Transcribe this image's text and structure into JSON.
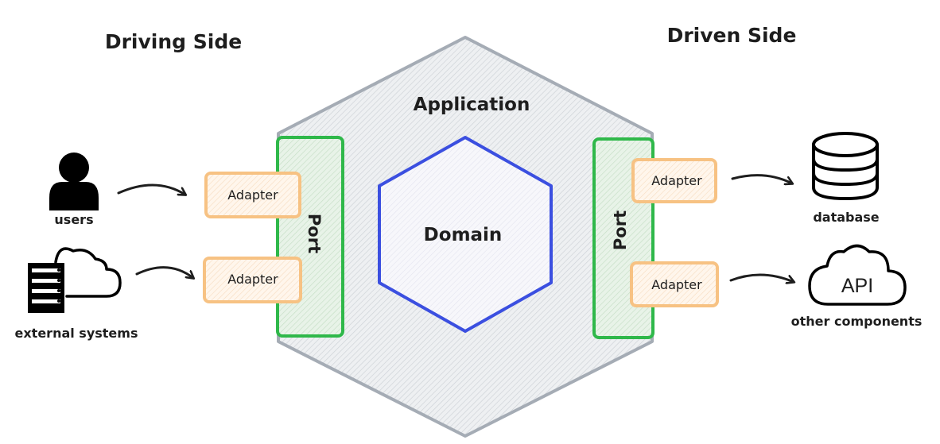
{
  "headings": {
    "driving_side": "Driving Side",
    "driven_side": "Driven Side"
  },
  "application": {
    "label": "Application"
  },
  "domain": {
    "label": "Domain"
  },
  "ports": {
    "left": "Port",
    "right": "Port"
  },
  "adapters": {
    "left_top": "Adapter",
    "left_bottom": "Adapter",
    "right_top": "Adapter",
    "right_bottom": "Adapter"
  },
  "actors": {
    "users": {
      "label": "users",
      "icon": "user-icon"
    },
    "external_systems": {
      "label": "external systems",
      "icon": "server-cloud-icon"
    },
    "database": {
      "label": "database",
      "icon": "database-icon"
    },
    "other_components": {
      "label": "other components",
      "icon": "api-cloud-icon",
      "badge": "API"
    }
  },
  "colors": {
    "hexagon_outer_stroke": "#a5acb5",
    "hexagon_outer_fill": "#e9ecef",
    "domain_stroke": "#3b4fe0",
    "port_stroke": "#2fb84a",
    "adapter_stroke": "#f7c283",
    "adapter_fill": "#fff2e6",
    "ink": "#1e1e1e"
  }
}
